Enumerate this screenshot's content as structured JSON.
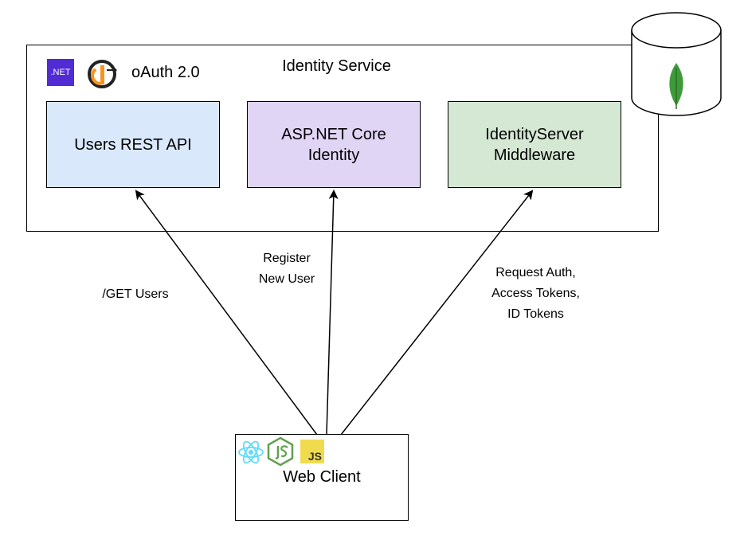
{
  "service": {
    "title": "Identity Service",
    "badge_dotnet": ".NET",
    "oauth_label": "oAuth 2.0"
  },
  "components": {
    "users_api": {
      "label": "Users REST API",
      "color": "#dae8fc"
    },
    "aspnet_identity": {
      "label": "ASP.NET Core\nIdentity",
      "color": "#e1d5f6"
    },
    "identityserver": {
      "label": "IdentityServer\nMiddleware",
      "color": "#d5e8d4"
    }
  },
  "database": {
    "icon": "mongodb-leaf-icon",
    "leaf_color": "#3f9b3a"
  },
  "client": {
    "label": "Web Client",
    "icons": [
      "react-icon",
      "nodejs-icon",
      "javascript-icon"
    ],
    "js_badge": "JS"
  },
  "edges": {
    "get_users": "/GET Users",
    "register": "Register\nNew User",
    "auth": "Request Auth,\nAccess Tokens,\nID Tokens"
  }
}
